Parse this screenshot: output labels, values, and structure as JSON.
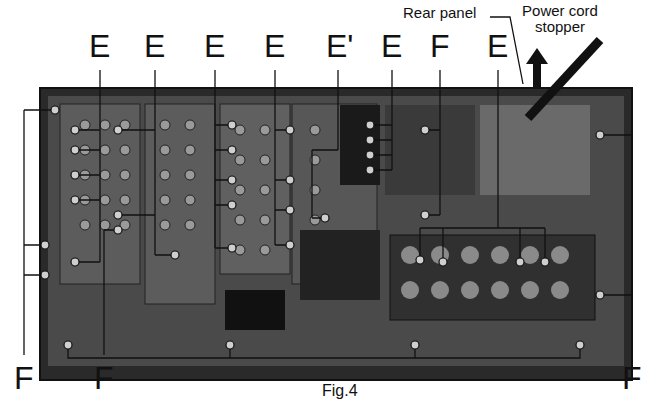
{
  "diagram": {
    "caption": "Fig.4",
    "labels": [
      "Rear panel",
      "Power cord stopper",
      "E",
      "E",
      "E",
      "E",
      "E'",
      "E",
      "F",
      "E",
      "F",
      "F",
      "F"
    ]
  }
}
